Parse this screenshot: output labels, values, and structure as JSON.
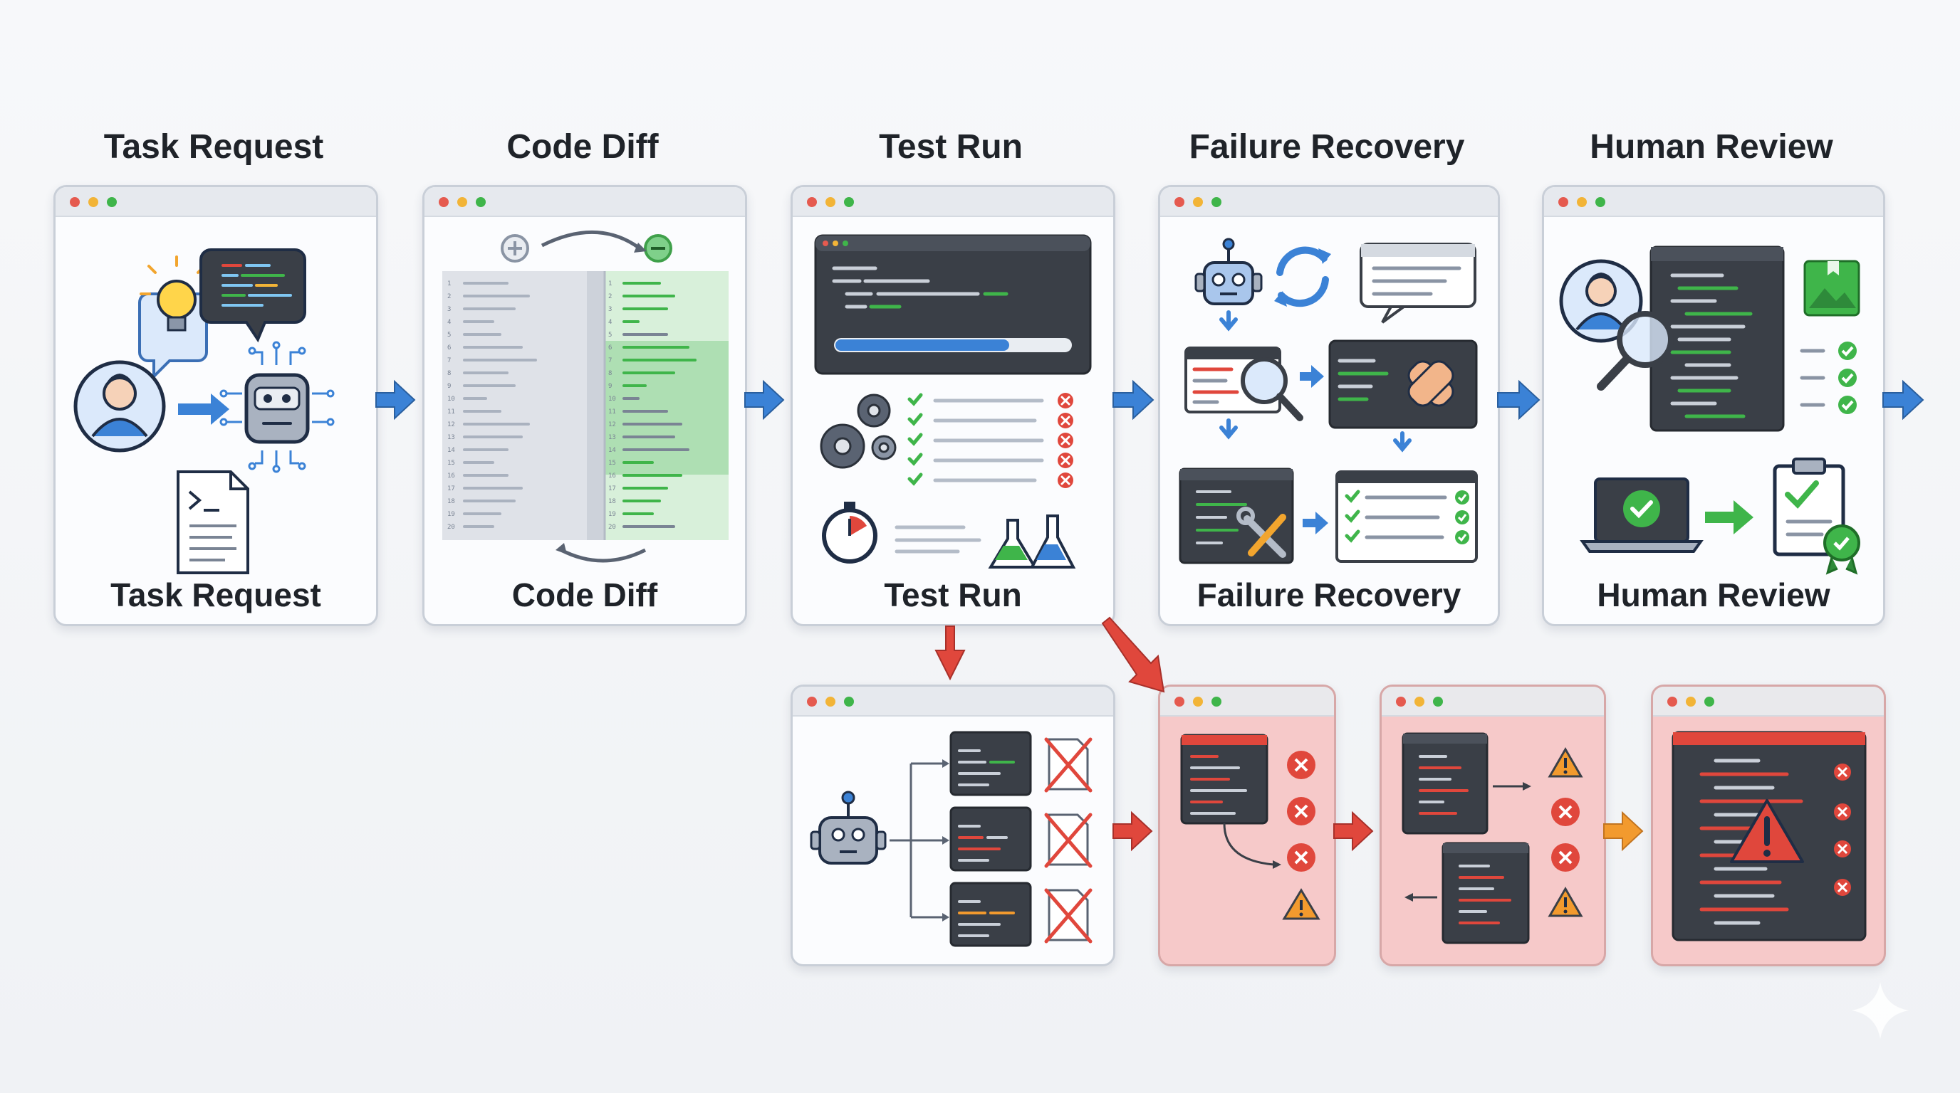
{
  "stages": [
    {
      "title": "Task Request",
      "caption": "Task Request"
    },
    {
      "title": "Code Diff",
      "caption": "Code Diff"
    },
    {
      "title": "Test Run",
      "caption": "Test Run"
    },
    {
      "title": "Failure Recovery",
      "caption": "Failure Recovery"
    },
    {
      "title": "Human Review",
      "caption": "Human Review"
    }
  ],
  "diff": {
    "left_line_numbers": [
      "1",
      "2",
      "3",
      "4",
      "5",
      "6",
      "7",
      "8",
      "9",
      "10",
      "11",
      "12",
      "13",
      "14",
      "15",
      "16",
      "17",
      "18",
      "19",
      "20"
    ],
    "right_line_numbers": [
      "1",
      "2",
      "3",
      "4",
      "5",
      "6",
      "7",
      "8",
      "9",
      "10",
      "11",
      "12",
      "13",
      "14",
      "15",
      "16",
      "17",
      "18",
      "19",
      "20"
    ]
  },
  "colors": {
    "accent_blue": "#3b82d6",
    "error_red": "#e0473c",
    "success_green": "#3fb54a",
    "warning_orange": "#f29a2e",
    "error_panel": "#f6c9c9",
    "terminal_dark": "#3a3f47"
  },
  "icons": {
    "user": "user-avatar-icon",
    "robot": "robot-icon",
    "idea": "lightbulb-icon",
    "chat": "chat-bubble-icon",
    "terminal_file": "terminal-file-icon",
    "gears": "gears-icon",
    "stopwatch": "stopwatch-icon",
    "flasks": "lab-flask-icon",
    "refresh": "refresh-cycle-icon",
    "magnifier": "magnifier-icon",
    "bandage": "bandage-icon",
    "tools": "wrench-screwdriver-icon",
    "reviewer": "reviewer-avatar-icon",
    "laptop": "laptop-check-icon",
    "clipboard": "clipboard-approved-icon",
    "warning": "warning-triangle-icon",
    "error": "error-circle-icon",
    "sparkle": "sparkle-icon"
  }
}
